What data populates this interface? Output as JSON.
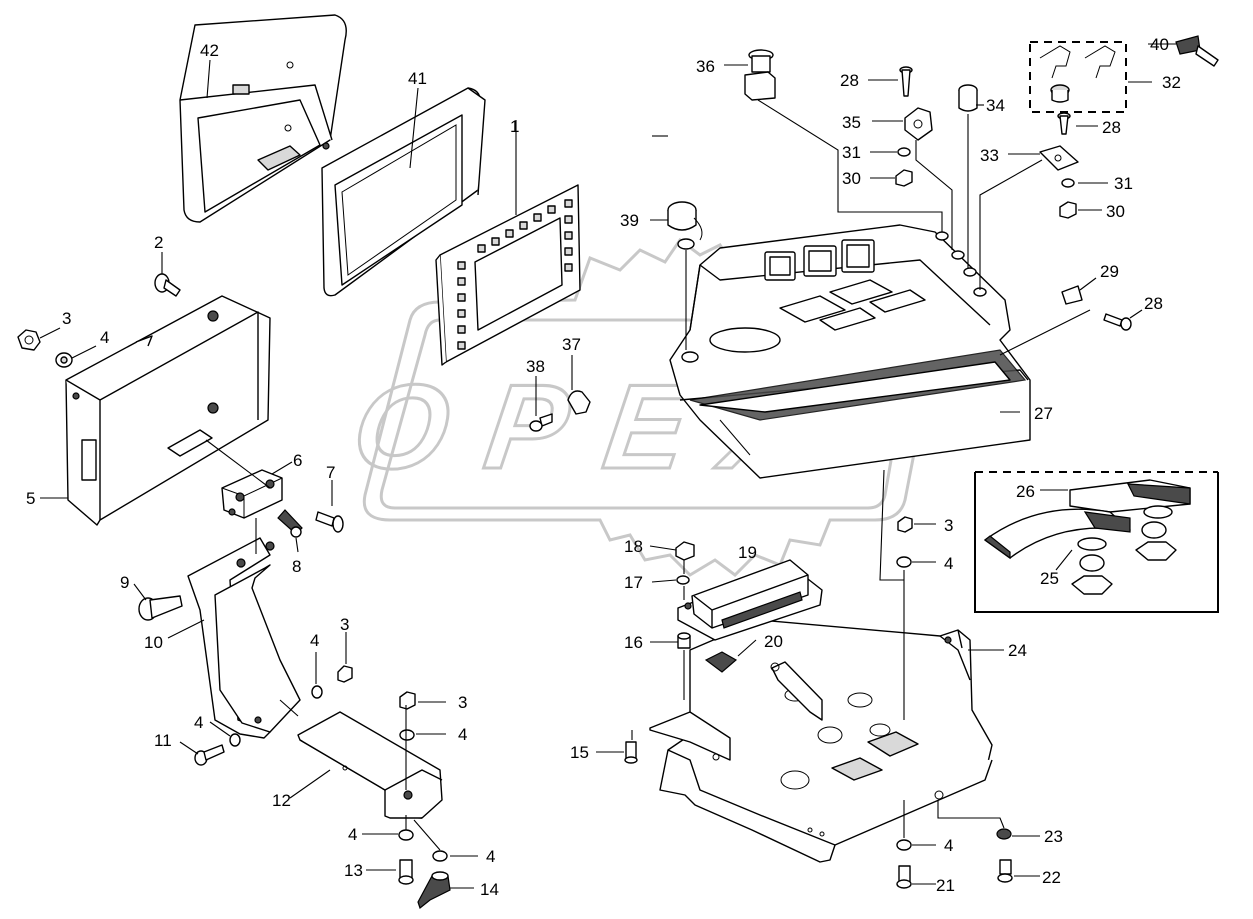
{
  "watermark": {
    "text": "OPEX",
    "color": "#c8c8c8"
  },
  "parts": {
    "p1": "1",
    "p2": "2",
    "p3": "3",
    "p4": "4",
    "p5": "5",
    "p6": "6",
    "p7": "7",
    "p8": "8",
    "p9": "9",
    "p10": "10",
    "p11": "11",
    "p12": "12",
    "p13": "13",
    "p14": "14",
    "p15": "15",
    "p16": "16",
    "p17": "17",
    "p18": "18",
    "p19": "19",
    "p20": "20",
    "p21": "21",
    "p22": "22",
    "p23": "23",
    "p24": "24",
    "p25": "25",
    "p26": "26",
    "p27": "27",
    "p28": "28",
    "p29": "29",
    "p30": "30",
    "p31": "31",
    "p32": "32",
    "p33": "33",
    "p34": "34",
    "p35": "35",
    "p36": "36",
    "p37": "37",
    "p38": "38",
    "p39": "39",
    "p40": "40",
    "p41": "41",
    "p42": "42"
  }
}
